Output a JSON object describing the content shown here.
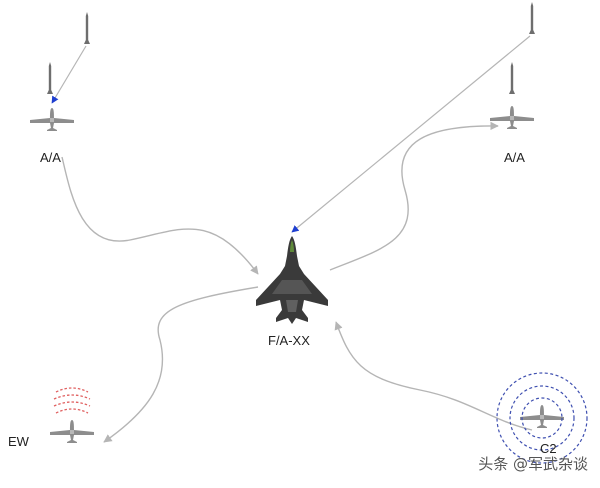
{
  "diagram": {
    "center_label": "F/A-XX",
    "labels": {
      "aa_left": "A/A",
      "aa_right": "A/A",
      "ew": "EW",
      "c2": "C2"
    },
    "watermark": "头条 @军武杂谈",
    "colors": {
      "link": "#b5b5b5",
      "arrow_head": "#1f3fd0",
      "jet": "#3a3a3a",
      "uav": "#8d8d8d",
      "ew_waves": "#e06060",
      "c2_rings": "#3e4fb0"
    },
    "icons": [
      "fighter-jet-icon",
      "uav-icon",
      "missile-icon",
      "radar-waves-icon"
    ]
  }
}
